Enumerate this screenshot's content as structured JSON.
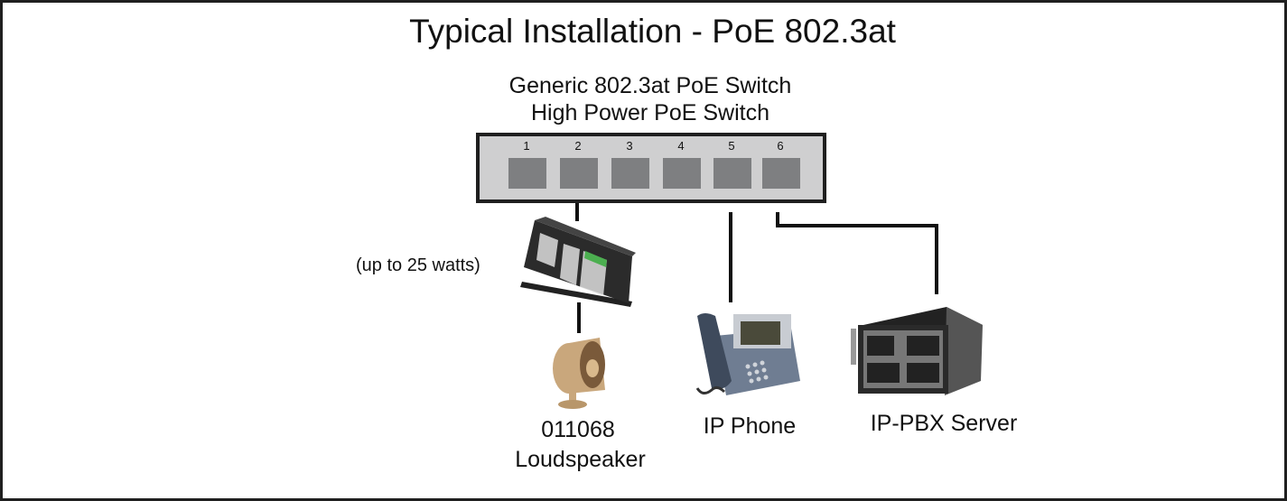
{
  "title": "Typical Installation - PoE 802.3at",
  "switch": {
    "line1": "Generic 802.3at PoE Switch",
    "line2": "High Power PoE Switch",
    "ports": [
      "1",
      "2",
      "3",
      "4",
      "5",
      "6"
    ],
    "port_color": "#7e7f81",
    "body_color": "#cfcfd0"
  },
  "amplifier": {
    "note": "(up to 25 watts)",
    "icon": "poe-amplifier-icon"
  },
  "devices": {
    "loudspeaker": {
      "line1": "011068",
      "line2": "Loudspeaker",
      "icon": "loudspeaker-icon"
    },
    "phone": {
      "label": "IP Phone",
      "icon": "ip-phone-icon"
    },
    "server": {
      "label": "IP-PBX Server",
      "icon": "server-icon"
    }
  }
}
